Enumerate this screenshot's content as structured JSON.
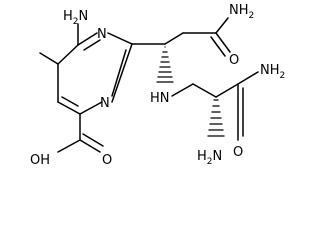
{
  "labels": {
    "amine_top": {
      "main": "H",
      "sub": "2",
      "tail": "N"
    },
    "amide_top_n": {
      "main": "NH",
      "sub": "2"
    },
    "ring_n1": "N",
    "ring_n2": "N",
    "amide_top_o": "O",
    "nh_link": "HN",
    "amide_right_n": {
      "main": "NH",
      "sub": "2"
    },
    "acid_oh": "OH",
    "acid_o": "O",
    "amide_right_o": "O",
    "amine_bottom": {
      "main": "H",
      "sub": "2",
      "tail": "N"
    }
  }
}
